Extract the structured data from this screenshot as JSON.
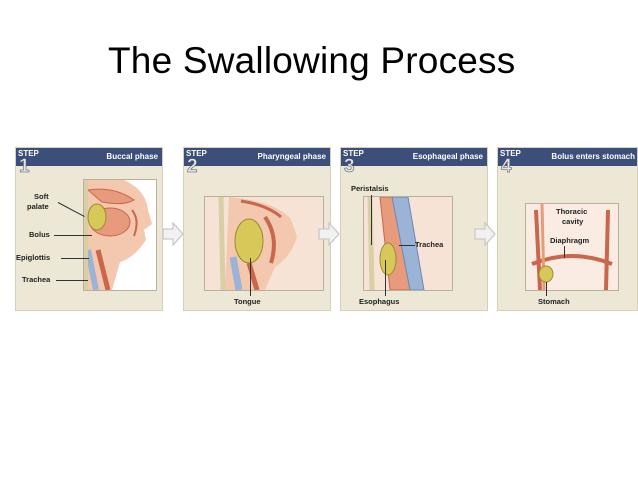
{
  "title": "The Swallowing Process",
  "steps": [
    {
      "word": "STEP",
      "number": "1",
      "phase": "Buccal phase",
      "labels": {
        "soft": "Soft",
        "palate": "palate",
        "bolus": "Bolus",
        "epiglottis": "Epiglottis",
        "trachea": "Trachea"
      }
    },
    {
      "word": "STEP",
      "number": "2",
      "phase": "Pharyngeal phase",
      "labels": {
        "tongue": "Tongue"
      }
    },
    {
      "word": "STEP",
      "number": "3",
      "phase": "Esophageal phase",
      "labels": {
        "peristalsis": "Peristalsis",
        "trachea": "Trachea",
        "esophagus": "Esophagus"
      }
    },
    {
      "word": "STEP",
      "number": "4",
      "phase": "Bolus enters stomach",
      "labels": {
        "thoracic": "Thoracic",
        "cavity": "cavity",
        "diaphragm": "Diaphragm",
        "stomach": "Stomach"
      }
    }
  ],
  "colors": {
    "header": "#3b4f7a",
    "panel": "#ede7d6",
    "tissue": "#e79a7c",
    "tissue_dark": "#c8674b",
    "bolus": "#d8c85a",
    "arrow": "#c9c9c9"
  }
}
